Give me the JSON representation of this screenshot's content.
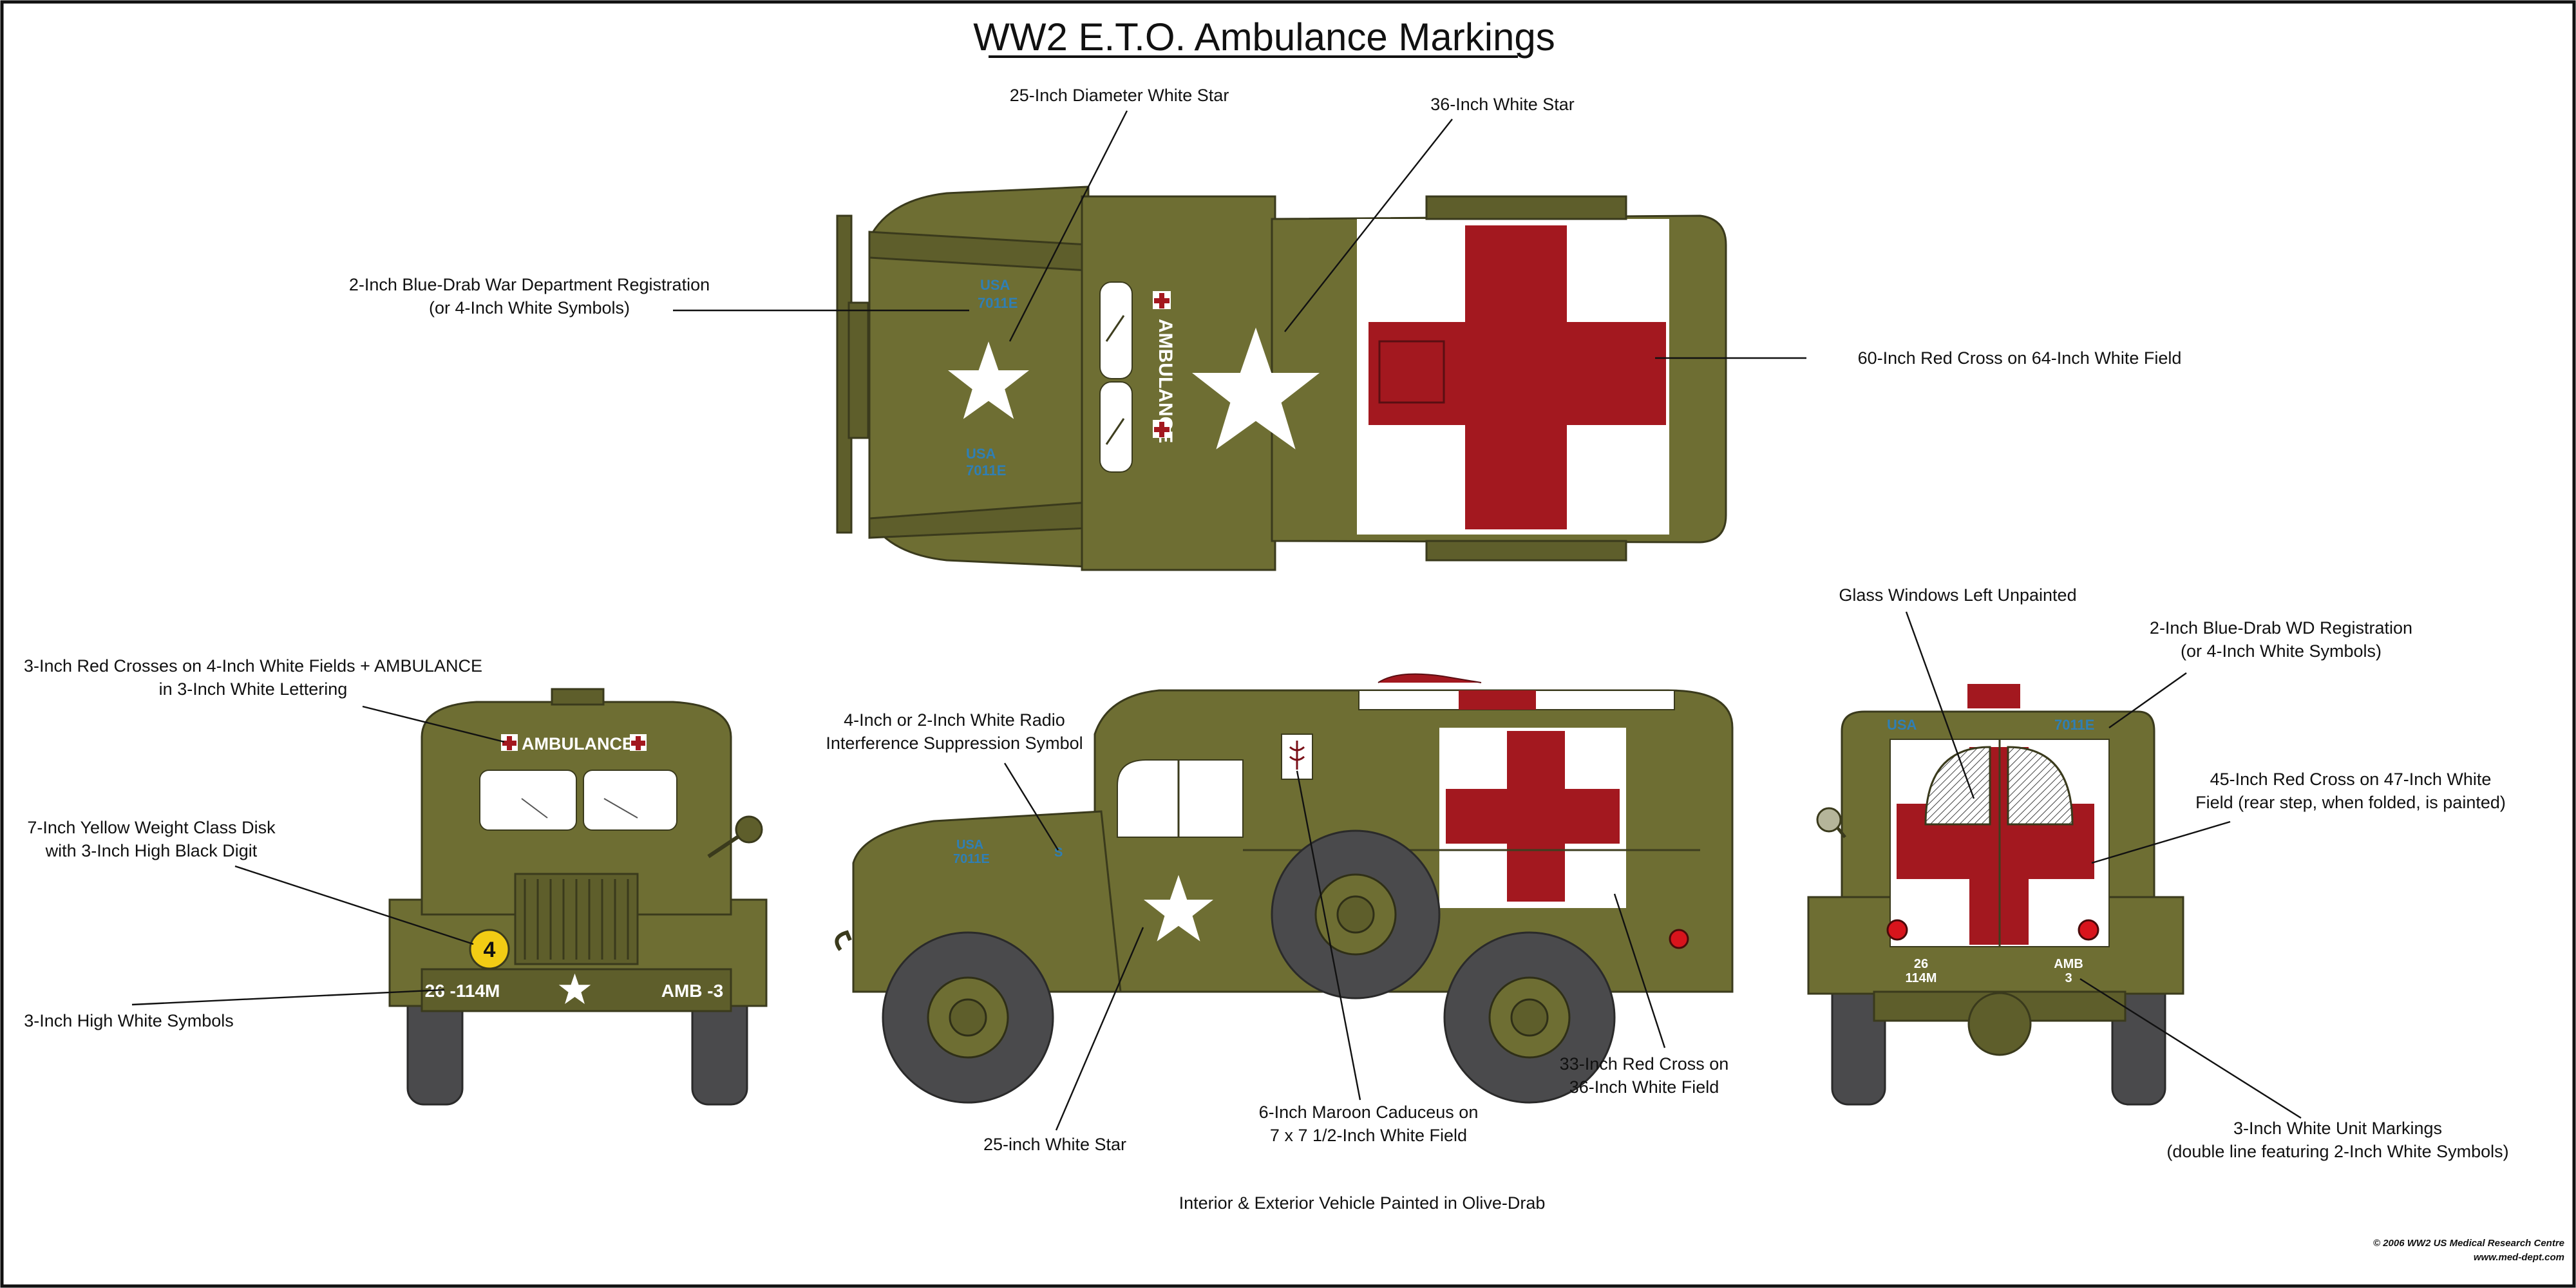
{
  "title": "WW2 E.T.O. Ambulance Markings",
  "labels": {
    "star25_top": "25-Inch Diameter White Star",
    "star36": "36-Inch White Star",
    "wd_reg_1": "2-Inch Blue-Drab War Department Registration",
    "wd_reg_2": "(or 4-Inch White Symbols)",
    "cross60": "60-Inch Red Cross on 64-Inch White Field",
    "front_cross_1": "3-Inch Red Crosses on 4-Inch White Fields + AMBULANCE",
    "front_cross_2": "in 3-Inch White Lettering",
    "weight_disk_1": "7-Inch Yellow Weight Class Disk",
    "weight_disk_2": "with 3-Inch High Black Digit",
    "front_symbols": "3-Inch High White Symbols",
    "radio_1": "4-Inch or 2-Inch White Radio",
    "radio_2": "Interference Suppression Symbol",
    "star25_side": "25-inch White Star",
    "caduceus_1": "6-Inch Maroon Caduceus on",
    "caduceus_2": "7 x 7 1/2-Inch White Field",
    "cross33_1": "33-Inch Red Cross on",
    "cross33_2": "36-Inch White Field",
    "glass": "Glass Windows Left Unpainted",
    "rear_reg_1": "2-Inch Blue-Drab WD Registration",
    "rear_reg_2": "(or 4-Inch White Symbols)",
    "cross45_1": "45-Inch Red Cross on 47-Inch White",
    "cross45_2": "Field (rear step, when folded, is painted)",
    "unit_1": "3-Inch White Unit Markings",
    "unit_2": "(double line featuring 2-Inch White Symbols)",
    "interior": "Interior & Exterior Vehicle Painted in Olive-Drab",
    "credit_1": "© 2006 WW2 US Medical Research Centre",
    "credit_2": "www.med-dept.com"
  },
  "vehicle_text": {
    "ambulance": "AMBULANCE",
    "front_bumper_left": "26 -114M",
    "front_bumper_right": "AMB -3",
    "weight_class": "4",
    "rear_bumper_left_1": "26",
    "rear_bumper_left_2": "114M",
    "rear_bumper_right_1": "AMB",
    "rear_bumper_right_2": "3",
    "reg_usa": "USA",
    "reg_number": "7011E",
    "radio_symbol": "S"
  },
  "colors": {
    "olive_drab": "#6e6e33",
    "red_cross": "#a3181f",
    "white": "#ffffff",
    "blue_drab": "#2f7fb5",
    "weight_disk": "#f2cc14",
    "tire": "#4a4a4c"
  }
}
